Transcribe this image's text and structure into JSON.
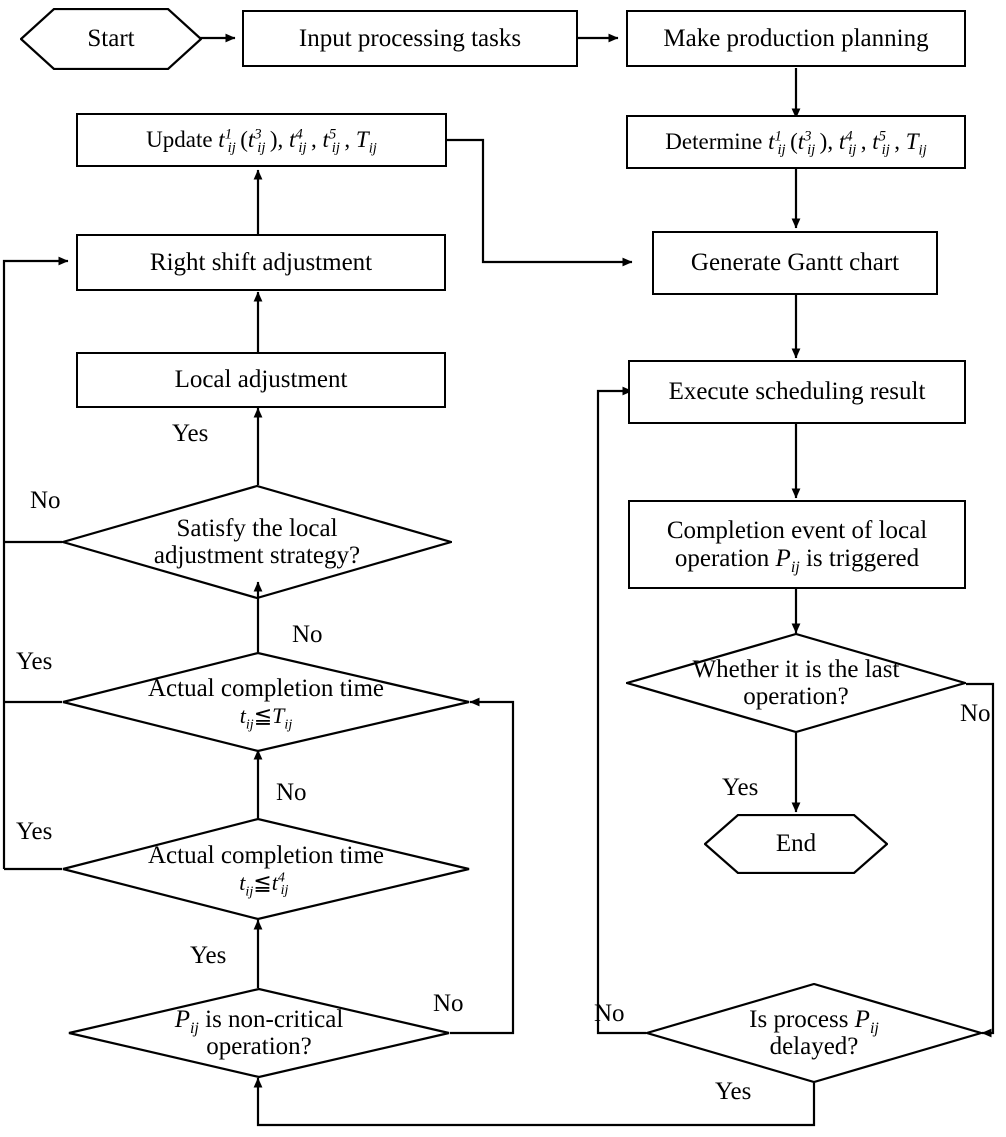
{
  "diagram": {
    "title": "Production scheduling and local adjustment flowchart",
    "stroke_color": "#000000",
    "background_color": "#ffffff"
  },
  "nodes": {
    "start": {
      "label": "Start",
      "shape": "hexagon"
    },
    "input_tasks": {
      "label": "Input processing tasks",
      "shape": "process"
    },
    "make_plan": {
      "label": "Make production planning",
      "shape": "process"
    },
    "determine": {
      "shape": "process",
      "prefix": "Determine ",
      "formula_parts": [
        "t",
        "1",
        "ij",
        "(t",
        "3",
        "ij",
        "), t",
        "4",
        "ij",
        ", t",
        "5",
        "ij",
        ", T",
        "ij"
      ],
      "plain": "Determine t1ij(t3ij), t4ij, t5ij, Tij"
    },
    "update": {
      "shape": "process",
      "prefix": "Update ",
      "formula_parts": [
        "t",
        "1",
        "ij",
        "(t",
        "3",
        "ij",
        "), t",
        "4",
        "ij",
        ", t",
        "5",
        "ij",
        ", T",
        "ij"
      ],
      "plain": "Update t1ij(t3ij), t4ij, t5ij, Tij"
    },
    "gantt": {
      "label": "Generate Gantt chart",
      "shape": "process"
    },
    "right_shift": {
      "label": "Right shift adjustment",
      "shape": "process"
    },
    "local_adjust": {
      "label": "Local  adjustment",
      "shape": "process"
    },
    "execute": {
      "label": "Execute scheduling result",
      "shape": "process"
    },
    "completion_event": {
      "shape": "process",
      "line1": "Completion event of local",
      "line2_pre": "operation ",
      "line2_var": "P",
      "line2_sub": "ij",
      "line2_post": " is triggered",
      "plain": "Completion event of local operation Pij is triggered"
    },
    "satisfy_local": {
      "shape": "decision",
      "line1": "Satisfy the local",
      "line2": "adjustment strategy?",
      "plain": "Satisfy the local adjustment strategy?"
    },
    "actual_T": {
      "shape": "decision",
      "line1": "Actual completion time",
      "line2_parts": [
        "t",
        "ij",
        " ≦ ",
        "T",
        "ij"
      ],
      "plain": "Actual completion time tij ≦ Tij"
    },
    "actual_t4": {
      "shape": "decision",
      "line1": "Actual completion time",
      "line2_parts": [
        "t",
        "ij",
        " ≦ ",
        "t",
        "4",
        "ij"
      ],
      "plain": "Actual completion time tij ≦ t4ij"
    },
    "non_critical": {
      "shape": "decision",
      "line1_var": "P",
      "line1_sub": "ij",
      "line1_post": " is non-critical",
      "line2": "operation?",
      "plain": "Pij is non-critical operation?"
    },
    "last_operation": {
      "shape": "decision",
      "line1": "Whether it is the last",
      "line2": "operation?",
      "plain": "Whether it is the last operation?"
    },
    "is_delayed": {
      "shape": "decision",
      "line1_pre": "Is process ",
      "line1_var": "P",
      "line1_sub": "ij",
      "line2": "delayed?",
      "plain": "Is process Pij delayed?"
    },
    "end": {
      "label": "End",
      "shape": "hexagon"
    }
  },
  "edge_labels": {
    "satisfy_no": "No",
    "satisfy_yes": "Yes",
    "actual_T_no": "No",
    "actual_T_yes": "Yes",
    "actual_t4_no": "No",
    "actual_t4_yes": "Yes",
    "non_critical_yes": "Yes",
    "non_critical_no": "No",
    "last_op_no": "No",
    "last_op_yes": "Yes",
    "delayed_no": "No",
    "delayed_yes": "Yes"
  }
}
